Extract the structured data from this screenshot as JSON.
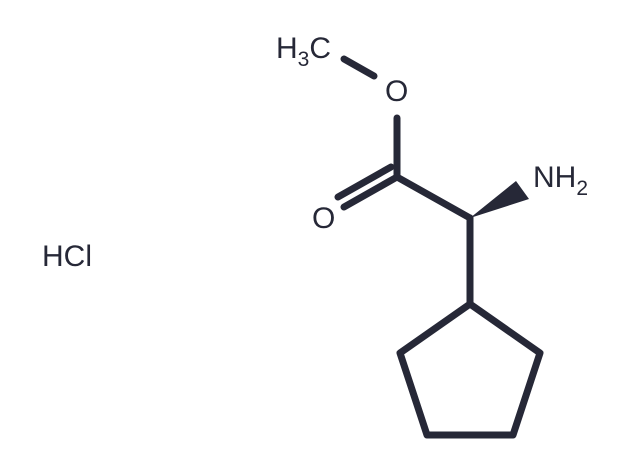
{
  "structure": {
    "labels": {
      "methyl_h": "H",
      "methyl_sub": "3",
      "methyl_c": "C",
      "ester_oxygen": "O",
      "carbonyl_oxygen": "O",
      "amine_nh": "NH",
      "amine_sub": "2",
      "salt": "HCl"
    }
  }
}
